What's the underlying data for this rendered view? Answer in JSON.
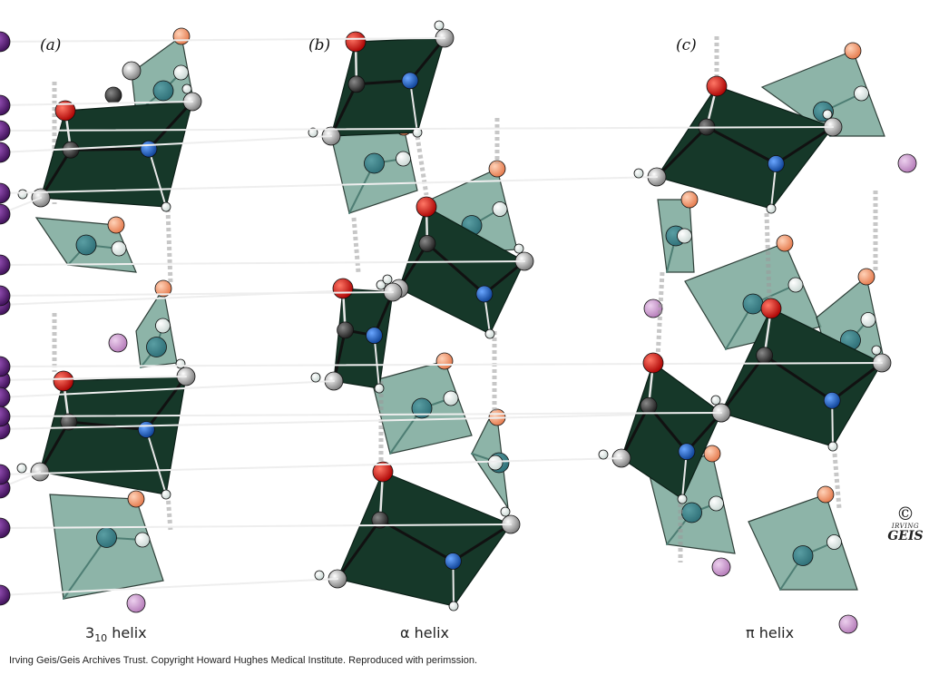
{
  "panels": [
    {
      "label": "(a)",
      "name_main": "3",
      "name_sub": "10",
      "name_rest": " helix"
    },
    {
      "label": "(b)",
      "name_main": "α helix"
    },
    {
      "label": "(c)",
      "name_main": "π helix"
    }
  ],
  "credit": "Irving Geis/Geis Archives Trust. Copyright Howard Hughes Medical Institute. Reproduced with perimssion.",
  "signature": {
    "mark": "©",
    "line1": "IRVING",
    "line2": "GEIS"
  },
  "colors": {
    "peptide_plane_front": "#163829",
    "peptide_plane_back": "#7aa89a",
    "oxygen": "#cc1111",
    "oxygen_back": "#ee8f62",
    "nitrogen": "#1a5db5",
    "carbon": "#2e2e2e",
    "side_chain": "#5a1f74",
    "side_chain_back": "#c48ac8",
    "hydrogen": "#ffffff",
    "hbond": "#9a9a9a"
  }
}
